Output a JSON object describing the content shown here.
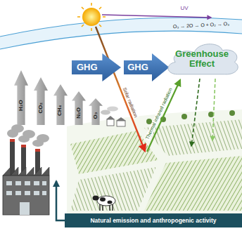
{
  "diagram": {
    "nodes": [
      {
        "text": [
          "GHG"
        ]
      },
      {
        "text": [
          "GHG"
        ]
      },
      {
        "text": [
          "Greenhouse Effect"
        ]
      },
      {
        "text": [
          "H₂O"
        ]
      },
      {
        "text": [
          "CO₂"
        ]
      },
      {
        "text": [
          "CH₄"
        ]
      },
      {
        "text": [
          "N₂O"
        ]
      },
      {
        "text": [
          "O₃"
        ]
      },
      {
        "text": [
          "Natural emission and anthropogenic activity"
        ]
      }
    ],
    "labels": [
      "UV",
      "O₃ → 2O → O + O₂ → O₃",
      "Solar radiation",
      "Thermal infrared radiation"
    ]
  }
}
